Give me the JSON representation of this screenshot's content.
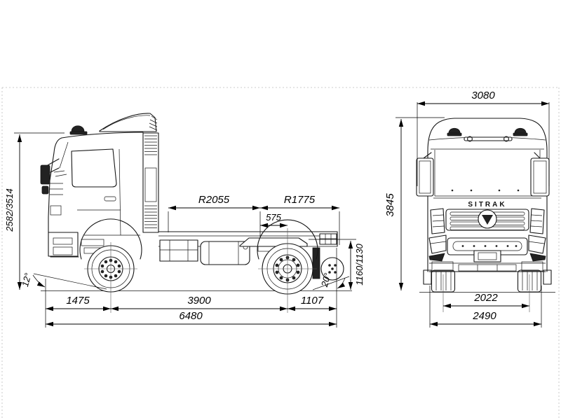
{
  "brand": "SITRAK",
  "side_view": {
    "dims": {
      "cab_height": "2582/3514",
      "approach_angle": "12°",
      "front_overhang": "1475",
      "wheelbase": "3900",
      "rear_overhang": "1107",
      "overall_length": "6480",
      "clearance_radius_front": "R2055",
      "clearance_radius_rear": "R1775",
      "fifth_wheel_lead": "575",
      "fifth_wheel_height": "1160/1130",
      "departure_angle": "20°"
    }
  },
  "front_view": {
    "badge": "SITRAK",
    "dims": {
      "width_over_mirrors": "3080",
      "overall_height": "3845",
      "front_track": "2022",
      "overall_width": "2490"
    }
  }
}
